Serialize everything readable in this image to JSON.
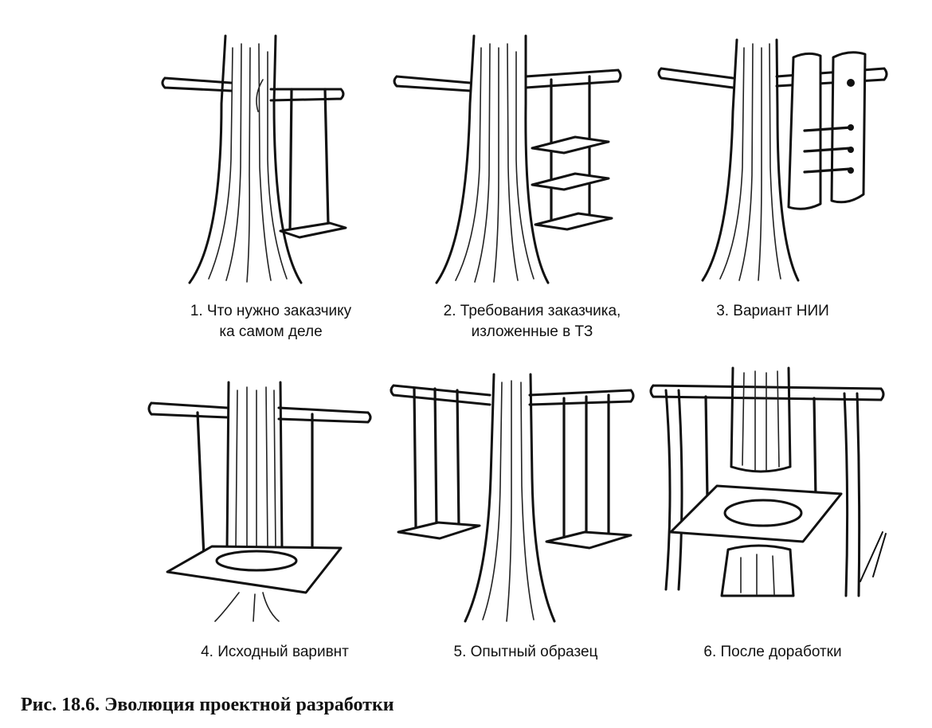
{
  "panels": [
    {
      "id": 1,
      "caption": "1. Что нужно заказчику\nка самом деле"
    },
    {
      "id": 2,
      "caption": "2. Требования заказчика,\nизложенные в ТЗ"
    },
    {
      "id": 3,
      "caption": "3. Вариант НИИ"
    },
    {
      "id": 4,
      "caption": "4. Исходный варивнт"
    },
    {
      "id": 5,
      "caption": "5. Опытный образец"
    },
    {
      "id": 6,
      "caption": "6. После доработки"
    }
  ],
  "figure_caption": "Рис. 18.6. Эволюция проектной разработки"
}
